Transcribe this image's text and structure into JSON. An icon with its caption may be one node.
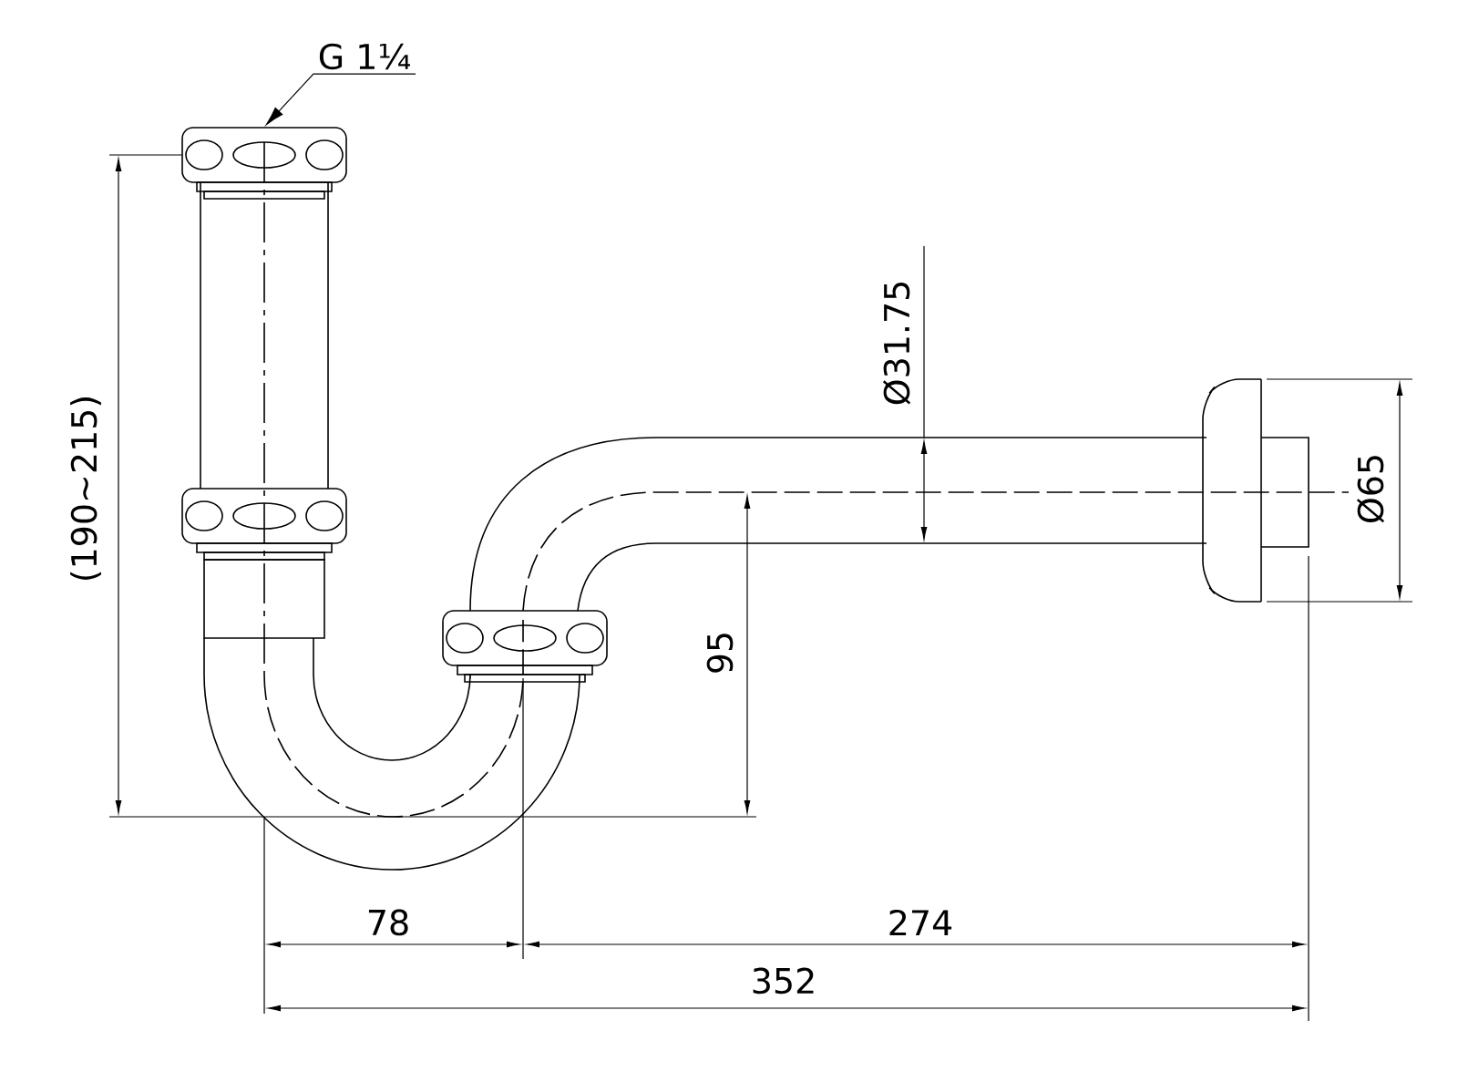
{
  "diagram": {
    "nodes": [
      {
        "text": [
          "G 1¼"
        ]
      },
      {
        "text": [],
        "shape": "box"
      }
    ],
    "edges": [
      {
        "from": 0,
        "to": 1,
        "arrow": "to"
      }
    ],
    "labels": [
      "(190~215)",
      "Ø31.75",
      "Ø65",
      "95",
      "78",
      "274",
      "352"
    ]
  }
}
